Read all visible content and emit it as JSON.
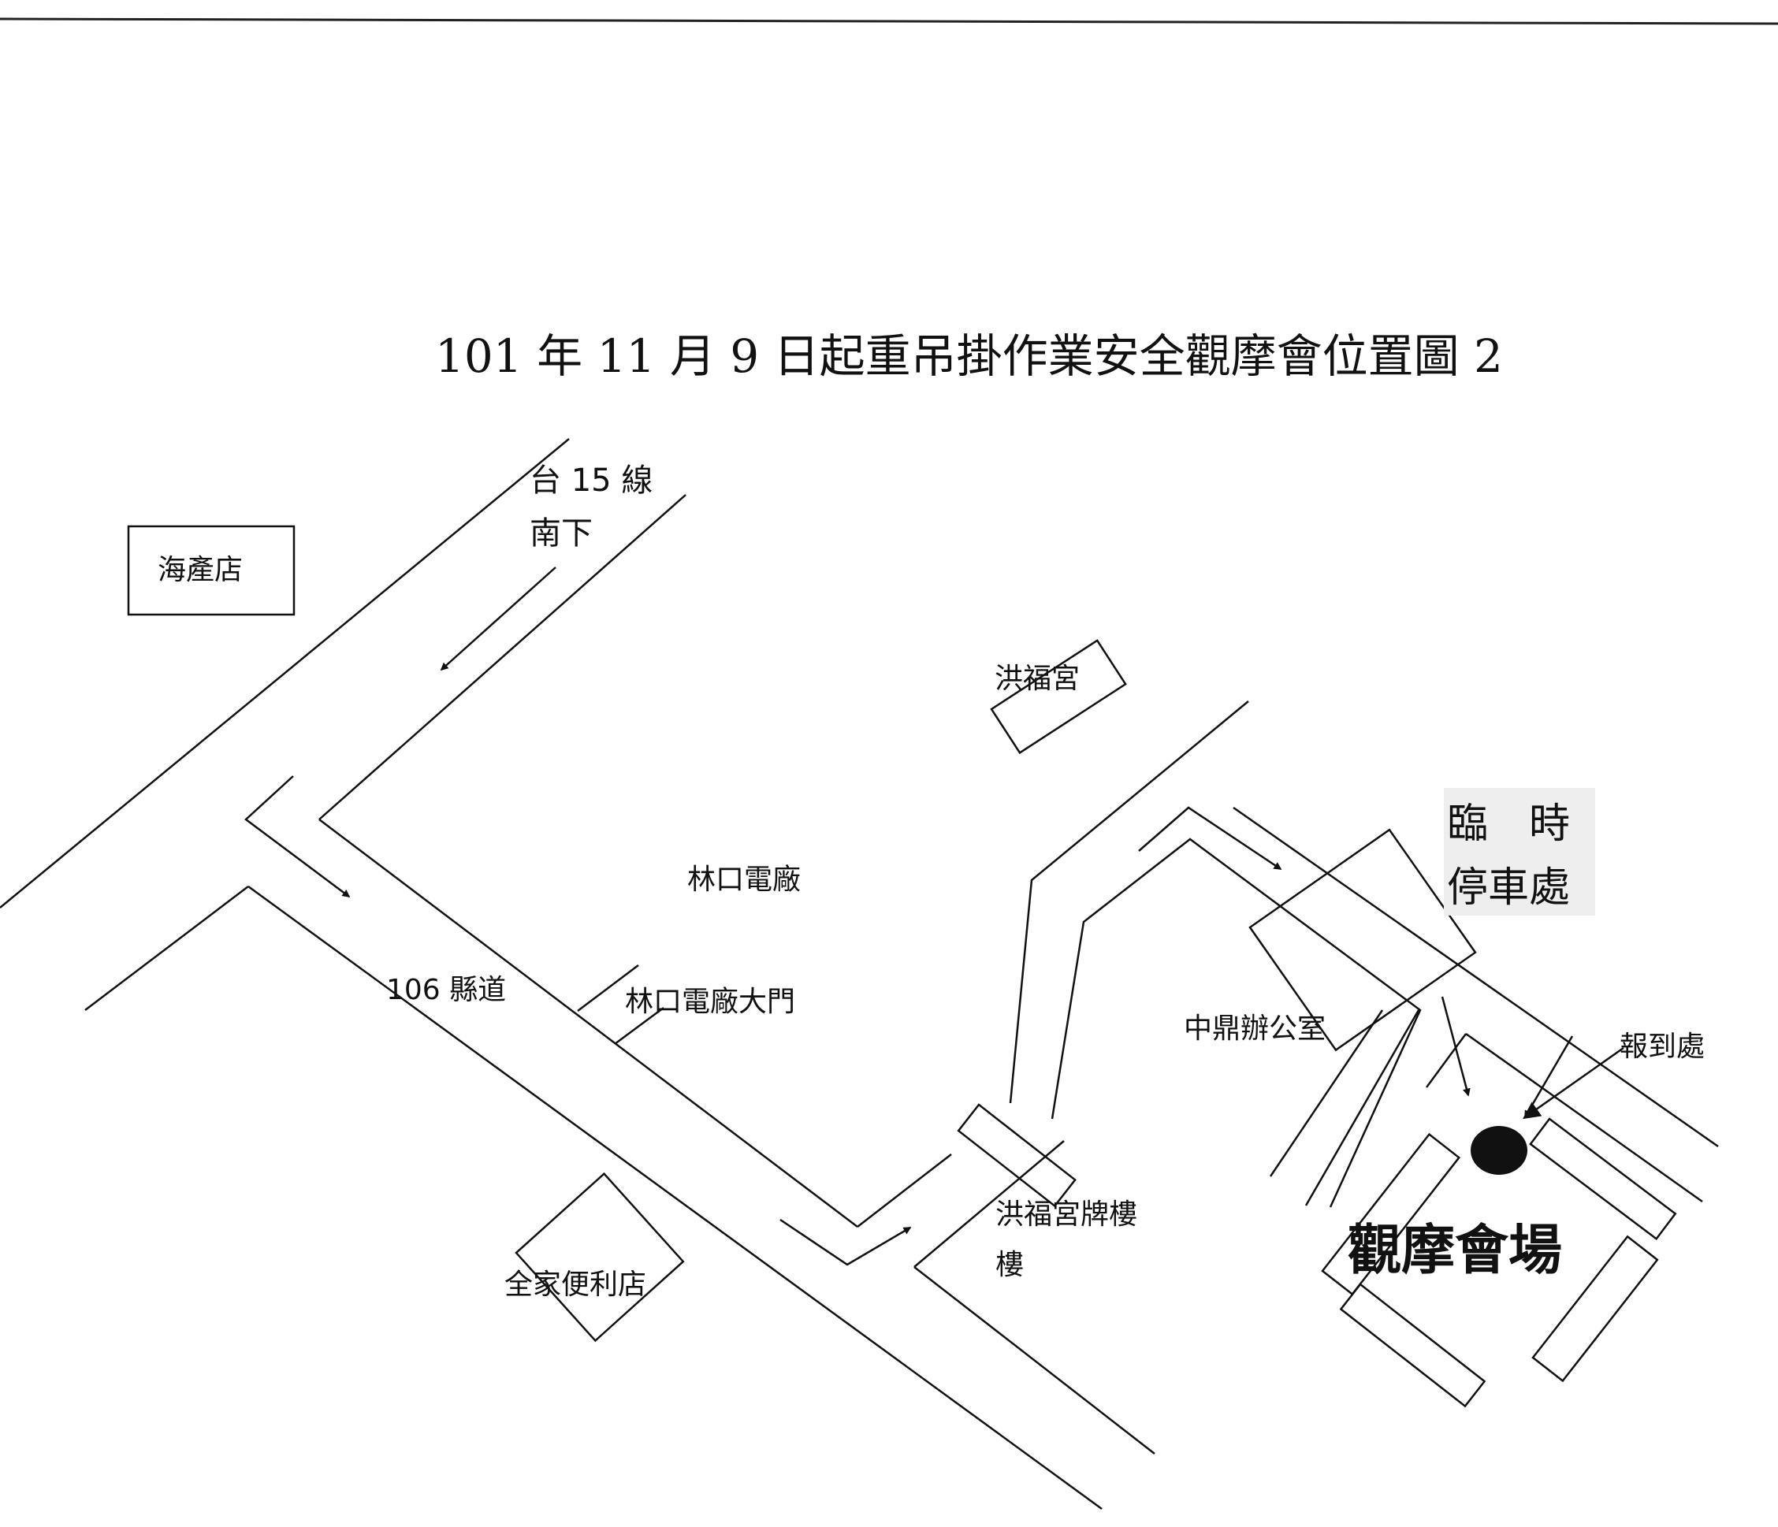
{
  "title": "101 年 11 月 9 日起重吊掛作業安全觀摩會位置圖 2",
  "labels": {
    "route15_line1": "台 15 線",
    "route15_line2": "南下",
    "seafood_store": "海產店",
    "hongfu_temple": "洪福宮",
    "linkou_plant": "林口電廠",
    "linkou_gate": "林口電廠大門",
    "county_road": "106 縣道",
    "family_mart": "全家便利店",
    "archway_line1": "洪福宮牌樓",
    "archway_line2": "樓",
    "zhongding_office": "中鼎辦公室",
    "parking_line1": "臨　時",
    "parking_line2": "停車處",
    "checkin": "報到處",
    "venue": "觀摩會場"
  },
  "colors": {
    "ink": "#111111",
    "parking_bg": "#eeeeee"
  }
}
